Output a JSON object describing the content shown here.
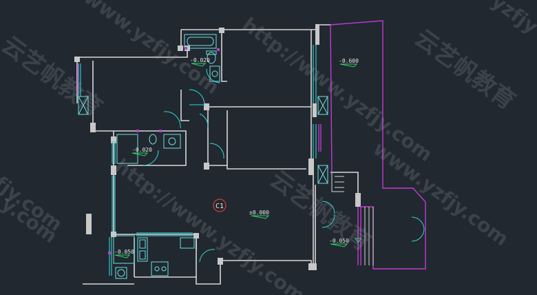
{
  "colors": {
    "background": "#212830",
    "wall": "#d8d8d8",
    "window": "#35c6c6",
    "balcony": "#c23bd3",
    "door": "#2fd6d6",
    "fixture": "#6fe1e1",
    "level_mark": "#2fd46a",
    "grid_circle": "#e33b3b"
  },
  "level_labels": {
    "balcony_top": "-0.600",
    "bath_top": "-0.020",
    "bath_mid": "-0.020",
    "kitchen": "-0.050",
    "main": "±0.000",
    "lower_balcony": "-0.050"
  },
  "grid_marker": "C1",
  "watermarks": {
    "url": "http://www.yzfjy.com",
    "url_short": "www.yzfjy.com",
    "brand": "云艺帆教育",
    "frag_tail": "yzfjy",
    "frag_com": "y.com",
    "frag_jy": "fjy.com"
  }
}
